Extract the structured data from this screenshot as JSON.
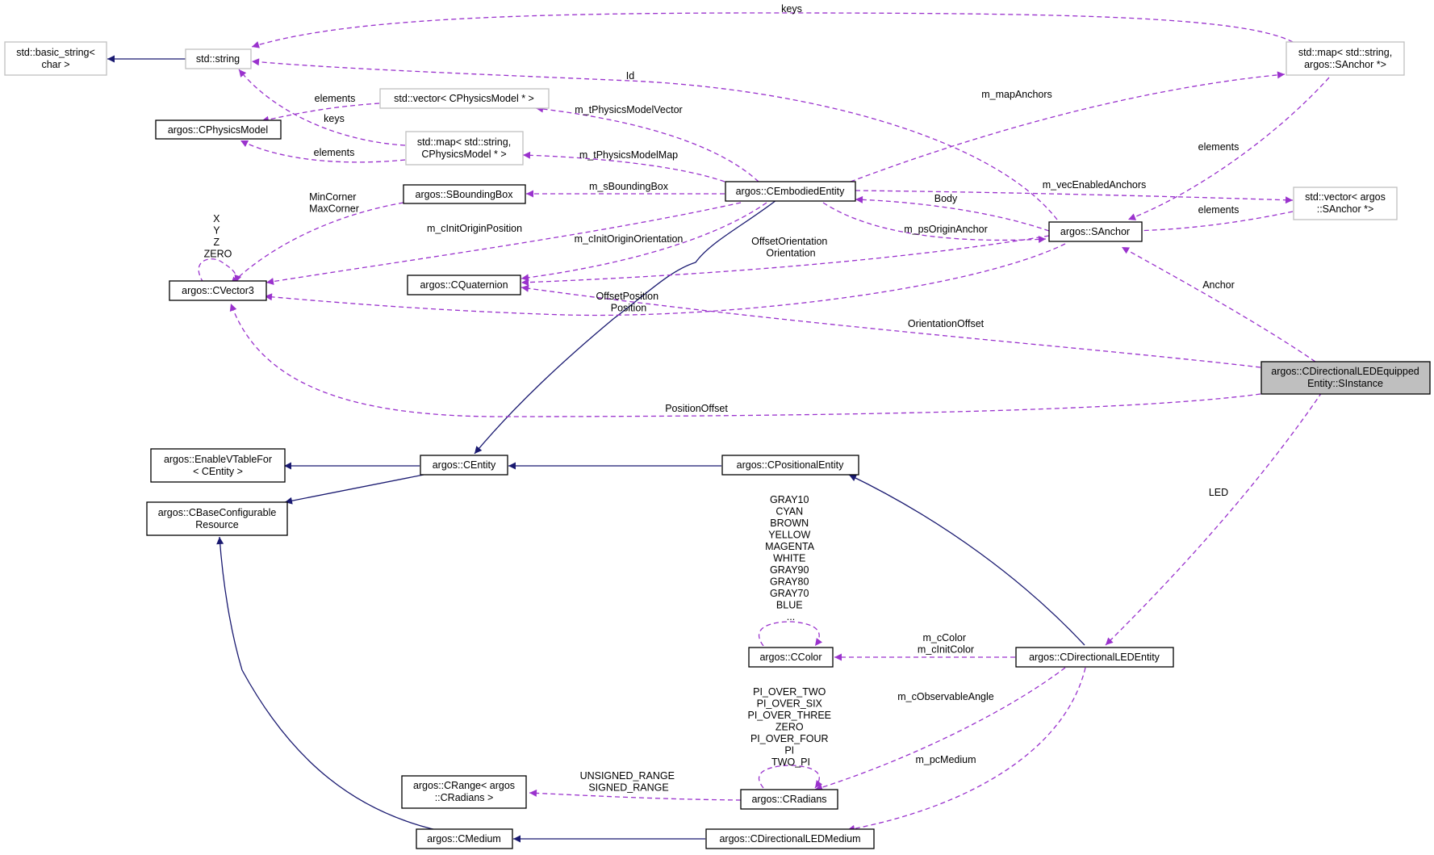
{
  "colors": {
    "inheritance": "#191970",
    "usage": "#9a32cd",
    "documented_border": "#000000",
    "external_border": "#bfbfbf",
    "focus_fill": "#bfbfbf"
  },
  "nodes": {
    "basic_string": [
      "std::basic_string<",
      "char >"
    ],
    "std_string": [
      "std::string"
    ],
    "map_anchor": [
      "std::map< std::string,",
      "argos::SAnchor *>"
    ],
    "vector_physics": [
      "std::vector< CPhysicsModel * >"
    ],
    "physics_model": [
      "argos::CPhysicsModel"
    ],
    "map_physics": [
      "std::map< std::string,",
      "CPhysicsModel * >"
    ],
    "bounding_box": [
      "argos::SBoundingBox"
    ],
    "embodied": [
      "argos::CEmbodiedEntity"
    ],
    "vector_anchor": [
      "std::vector< argos",
      "::SAnchor *>"
    ],
    "anchor": [
      "argos::SAnchor"
    ],
    "vector3": [
      "argos::CVector3"
    ],
    "quaternion": [
      "argos::CQuaternion"
    ],
    "sinstance": [
      "argos::CDirectionalLEDEquipped",
      "Entity::SInstance"
    ],
    "enable_vtable": [
      "argos::EnableVTableFor",
      "< CEntity >"
    ],
    "entity": [
      "argos::CEntity"
    ],
    "positional": [
      "argos::CPositionalEntity"
    ],
    "base_configurable": [
      "argos::CBaseConfigurable",
      "Resource"
    ],
    "color": [
      "argos::CColor"
    ],
    "dir_led_entity": [
      "argos::CDirectionalLEDEntity"
    ],
    "range": [
      "argos::CRange< argos",
      "::CRadians >"
    ],
    "radians": [
      "argos::CRadians"
    ],
    "medium": [
      "argos::CMedium"
    ],
    "dir_led_medium": [
      "argos::CDirectionalLEDMedium"
    ]
  },
  "edge_labels": {
    "keys_top": [
      "keys"
    ],
    "id": [
      "Id"
    ],
    "elements_vec_physics": [
      "elements"
    ],
    "keys_map_physics": [
      "keys"
    ],
    "elements_map_physics": [
      "elements"
    ],
    "m_mapAnchors": [
      "m_mapAnchors"
    ],
    "m_tPhysicsModelVector": [
      "m_tPhysicsModelVector"
    ],
    "m_tPhysicsModelMap": [
      "m_tPhysicsModelMap"
    ],
    "elements_map_anchor": [
      "elements"
    ],
    "m_sBoundingBox": [
      "m_sBoundingBox"
    ],
    "m_vecEnabledAnchors": [
      "m_vecEnabledAnchors"
    ],
    "elements_vec_anchor": [
      "elements"
    ],
    "min_max_corner": [
      "MinCorner",
      "MaxCorner"
    ],
    "body": [
      "Body"
    ],
    "xyz_zero": [
      "X",
      "Y",
      "Z",
      "ZERO"
    ],
    "m_cInitOriginPosition": [
      "m_cInitOriginPosition"
    ],
    "m_cInitOriginOrientation": [
      "m_cInitOriginOrientation"
    ],
    "offset_orientation": [
      "OffsetOrientation",
      "Orientation"
    ],
    "m_psOriginAnchor": [
      "m_psOriginAnchor"
    ],
    "anchor_label": [
      "Anchor"
    ],
    "offset_position": [
      "OffsetPosition",
      "Position"
    ],
    "orientation_offset": [
      "OrientationOffset"
    ],
    "position_offset": [
      "PositionOffset"
    ],
    "led": [
      "LED"
    ],
    "color_constants": [
      "GRAY10",
      "CYAN",
      "BROWN",
      "YELLOW",
      "MAGENTA",
      "WHITE",
      "GRAY90",
      "GRAY80",
      "GRAY70",
      "BLUE",
      "..."
    ],
    "m_cColor": [
      "m_cColor",
      "m_cInitColor"
    ],
    "radian_constants": [
      "PI_OVER_TWO",
      "PI_OVER_SIX",
      "PI_OVER_THREE",
      "ZERO",
      "PI_OVER_FOUR",
      "PI",
      "TWO_PI"
    ],
    "m_cObservableAngle": [
      "m_cObservableAngle"
    ],
    "m_pcMedium": [
      "m_pcMedium"
    ],
    "ranges": [
      "UNSIGNED_RANGE",
      "SIGNED_RANGE"
    ]
  }
}
